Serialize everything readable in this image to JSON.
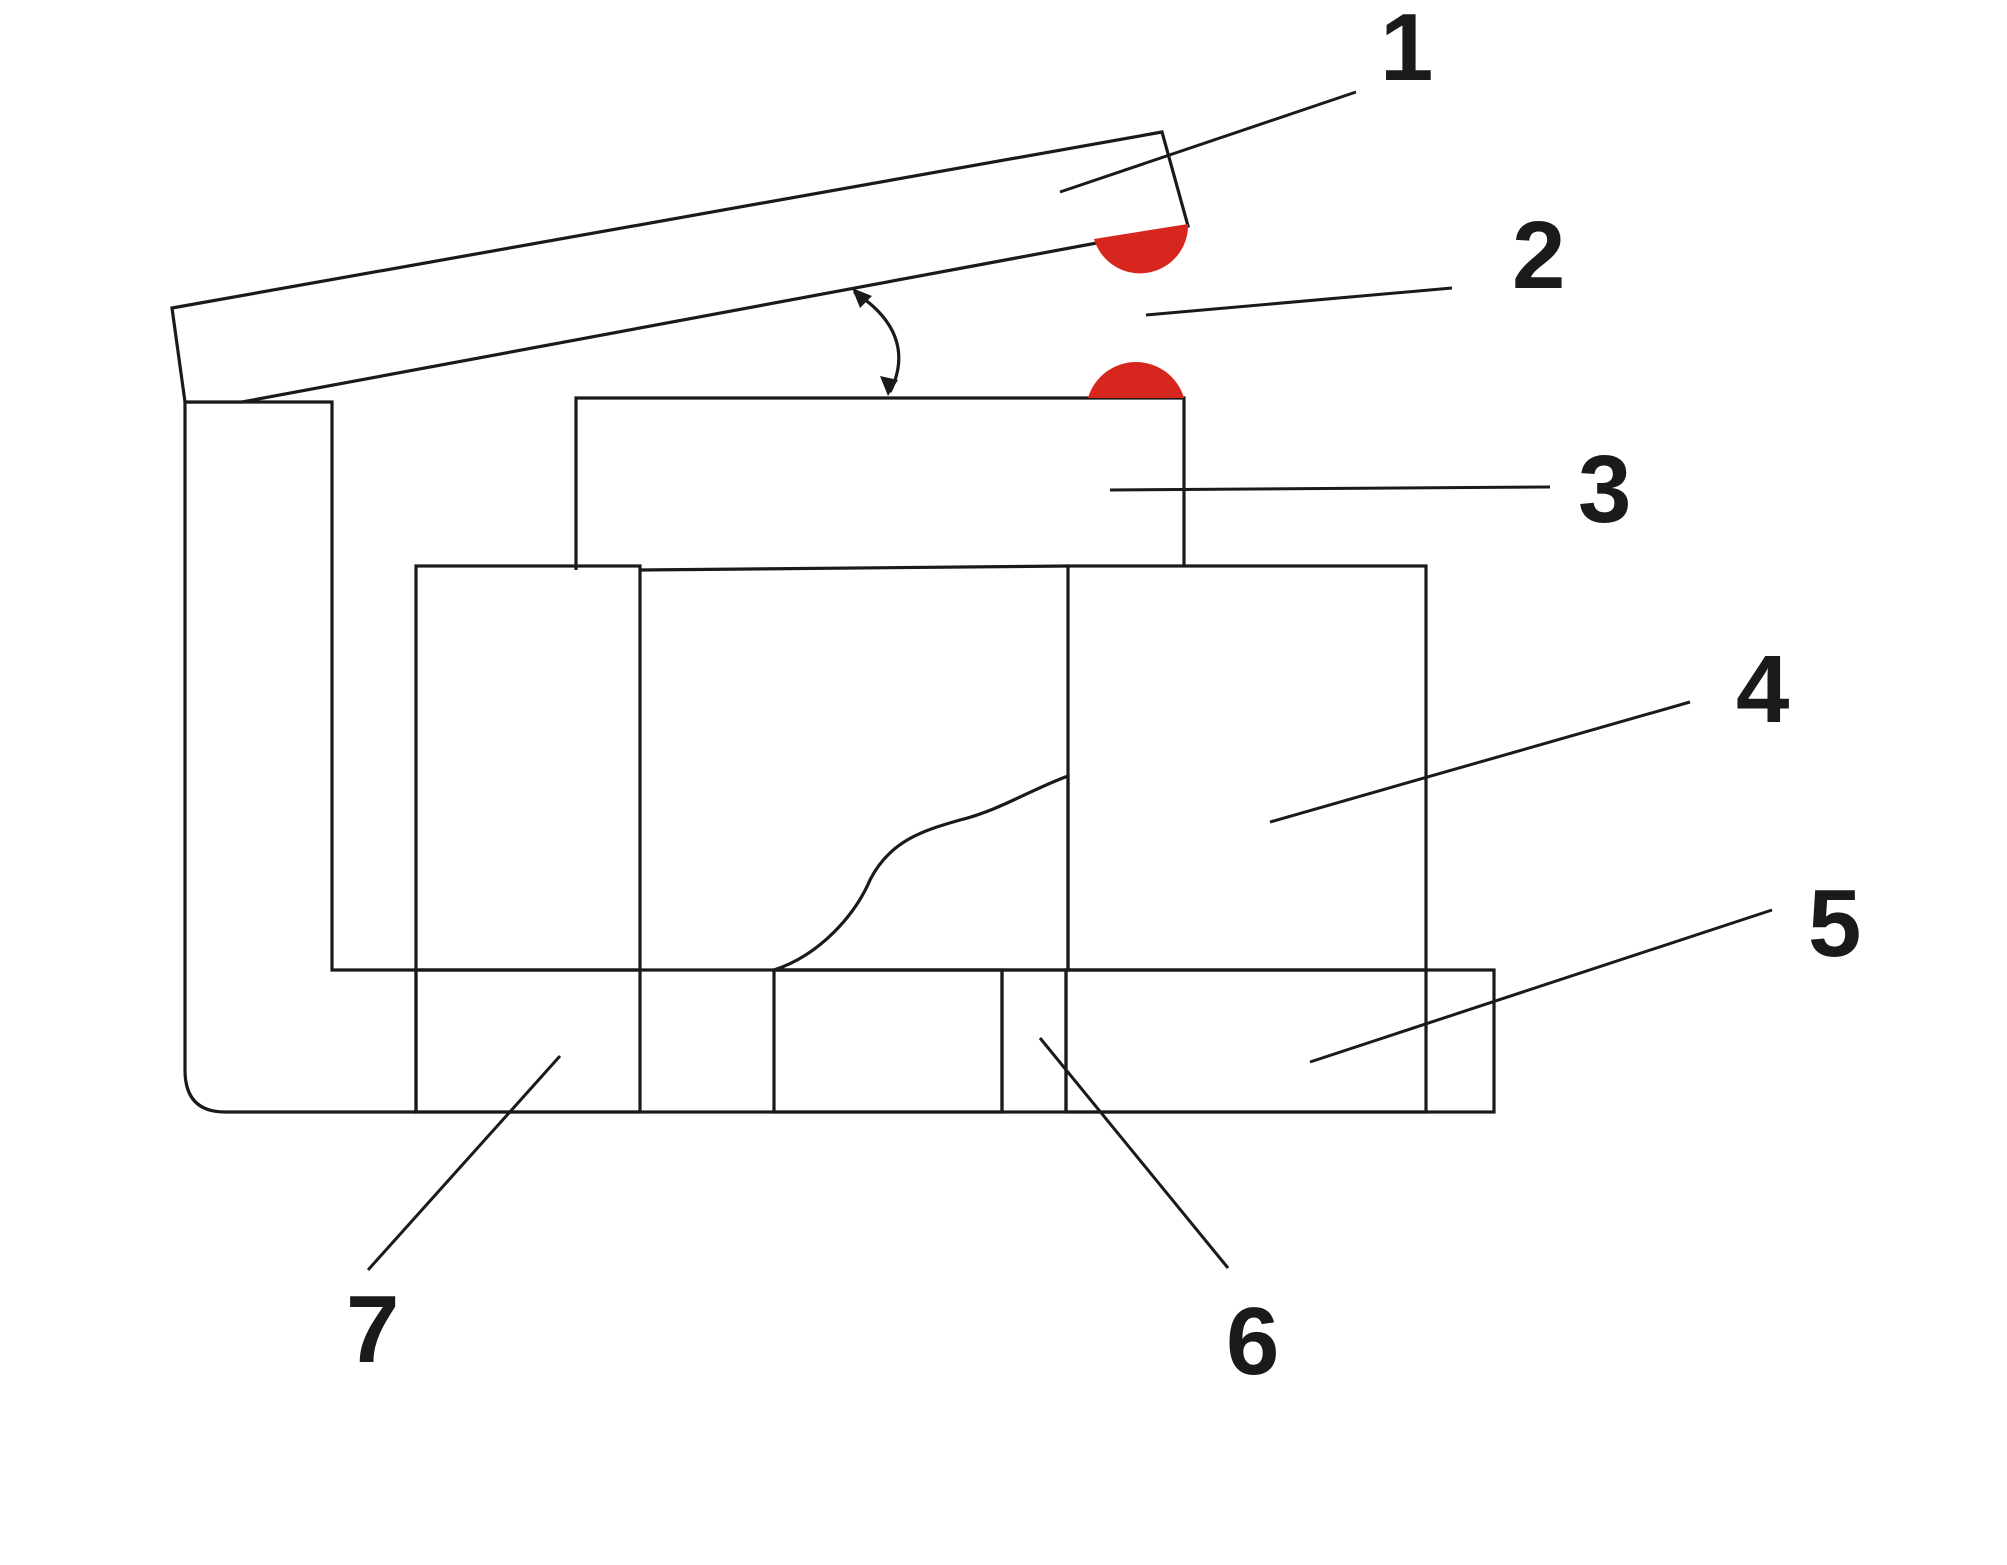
{
  "colors": {
    "line": "#1a1a1a",
    "contact": "#d7261e",
    "background": "#ffffff"
  },
  "labels": [
    {
      "id": "1",
      "text": "1"
    },
    {
      "id": "2",
      "text": "2"
    },
    {
      "id": "3",
      "text": "3"
    },
    {
      "id": "4",
      "text": "4"
    },
    {
      "id": "5",
      "text": "5"
    },
    {
      "id": "6",
      "text": "6"
    },
    {
      "id": "7",
      "text": "7"
    }
  ]
}
